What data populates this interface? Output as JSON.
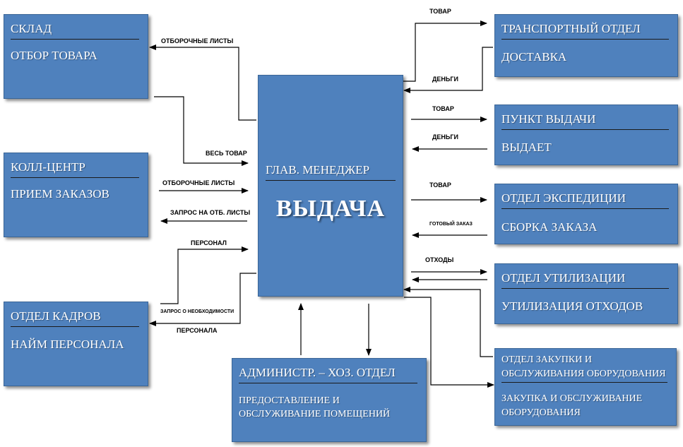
{
  "center": {
    "title": "ГЛАВ. МЕНЕДЖЕР",
    "action": "ВЫДАЧА"
  },
  "boxes": {
    "sklad": {
      "title": "СКЛАД",
      "desc": "ОТБОР ТОВАРА"
    },
    "call": {
      "title": "КОЛЛ-ЦЕНТР",
      "desc": "ПРИЕМ ЗАКАЗОВ"
    },
    "hr": {
      "title": "ОТДЕЛ КАДРОВ",
      "desc": "НАЙМ ПЕРСОНАЛА"
    },
    "admin": {
      "title": "АДМИНИСТР. – ХОЗ. ОТДЕЛ",
      "desc1": "ПРЕДОСТАВЛЕНИЕ И",
      "desc2": "ОБСЛУЖИВАНИЕ ПОМЕЩЕНИЙ"
    },
    "transport": {
      "title": "ТРАНСПОРТНЫЙ ОТДЕЛ",
      "desc": "ДОСТАВКА"
    },
    "pickup": {
      "title": "ПУНКТ ВЫДАЧИ",
      "desc": "ВЫДАЕТ"
    },
    "expedition": {
      "title": "ОТДЕЛ ЭКСПЕДИЦИИ",
      "desc": "СБОРКА ЗАКАЗА"
    },
    "recycling": {
      "title": "ОТДЕЛ УТИЛИЗАЦИИ",
      "desc": "УТИЛИЗАЦИЯ ОТХОДОВ"
    },
    "procurement": {
      "title1": "ОТДЕЛ ЗАКУПКИ И",
      "title2": "ОБСЛУЖИВАНИЯ ОБОРУДОВАНИЯ",
      "desc1": "ЗАКУПКА И ОБСЛУЖИВАНИЕ",
      "desc2": "ОБОРУДОВАНИЯ"
    }
  },
  "labels": {
    "sklad_lists": "ОТБОРОЧНЫЕ ЛИСТЫ",
    "all_goods": "ВЕСЬ ТОВАР",
    "call_lists": "ОТБОРОЧНЫЕ ЛИСТЫ",
    "request_lists": "ЗАПРОС НА ОТБ. ЛИСТЫ",
    "personnel": "ПЕРСОНАЛ",
    "need_request": "ЗАПРОС О НЕОБХОДИМОСТИ",
    "personnel_of": "ПЕРСОНАЛА",
    "goods_transport": "ТОВАР",
    "money_transport": "ДЕНЬГИ",
    "goods_pickup": "ТОВАР",
    "money_pickup": "ДЕНЬГИ",
    "goods_expedition": "ТОВАР",
    "ready_order": "ГОТОВЫЙ ЗАКАЗ",
    "waste": "ОТХОДЫ"
  }
}
